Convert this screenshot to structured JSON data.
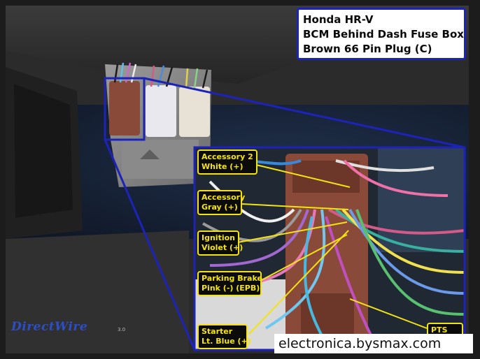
{
  "title": {
    "line1": "Honda HR-V",
    "line2": "BCM Behind Dash Fuse Box",
    "line3": "Brown 66 Pin Plug (C)"
  },
  "callouts": [
    {
      "line1": "Accessory 2",
      "line2": "White (+)"
    },
    {
      "line1": "Accessory",
      "line2": "Gray (+)"
    },
    {
      "line1": "Ignition",
      "line2": "Violet (+)"
    },
    {
      "line1": "Parking Brake",
      "line2": "Pink (-) (EPB)"
    },
    {
      "line1": "Starter",
      "line2": "Lt. Blue (+)"
    },
    {
      "line1": "PTS",
      "line2": ""
    }
  ],
  "watermark": "electronica.bysmax.com",
  "logo": "DirectWire",
  "logo_version": "3.0",
  "colors": {
    "frame_blue": "#1d23b8",
    "callout_yellow": "#f3e313",
    "connector_brown": "#8a4a3a"
  }
}
